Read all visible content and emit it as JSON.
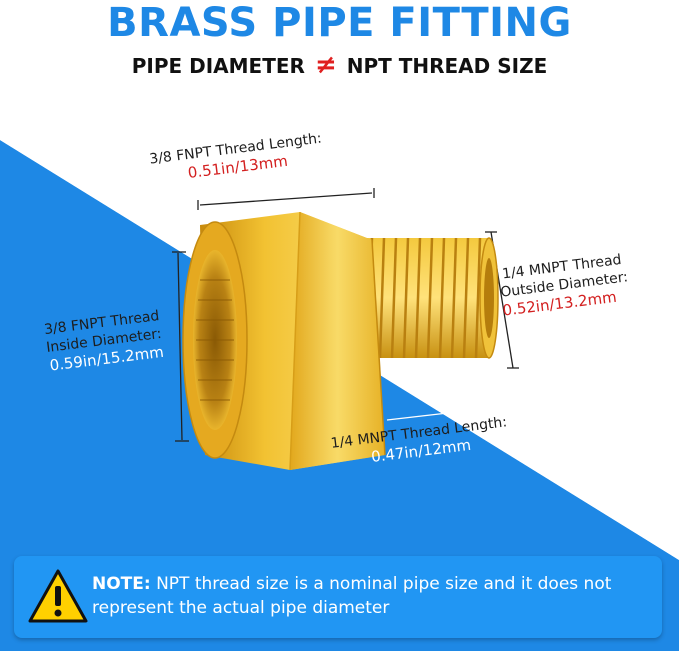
{
  "header": {
    "title": "BRASS PIPE FITTING",
    "subtitle_left": "PIPE DIAMETER",
    "subtitle_symbol": "≠",
    "subtitle_right": "NPT THREAD SIZE"
  },
  "dimensions": {
    "fnpt_length_label": "3/8 FNPT Thread Length:",
    "fnpt_length_value": "0.51in/13mm",
    "mnpt_od_label_1": "1/4 MNPT Thread",
    "mnpt_od_label_2": "Outside Diameter:",
    "mnpt_od_value": "0.52in/13.2mm",
    "fnpt_id_label_1": "3/8 FNPT Thread",
    "fnpt_id_label_2": "Inside Diameter:",
    "fnpt_id_value": "0.59in/15.2mm",
    "mnpt_length_label": "1/4 MNPT Thread Length:",
    "mnpt_length_value": "0.47in/12mm"
  },
  "note": {
    "prefix": "NOTE:",
    "text": "NPT thread size is a nominal pipe size and it does not represent the actual pipe diameter"
  },
  "icons": {
    "warning": "warning-triangle-icon"
  },
  "colors": {
    "accent_blue": "#1e88e5",
    "note_blue": "#2196f3",
    "brass": "#e8b428",
    "value_red": "#d32020"
  }
}
